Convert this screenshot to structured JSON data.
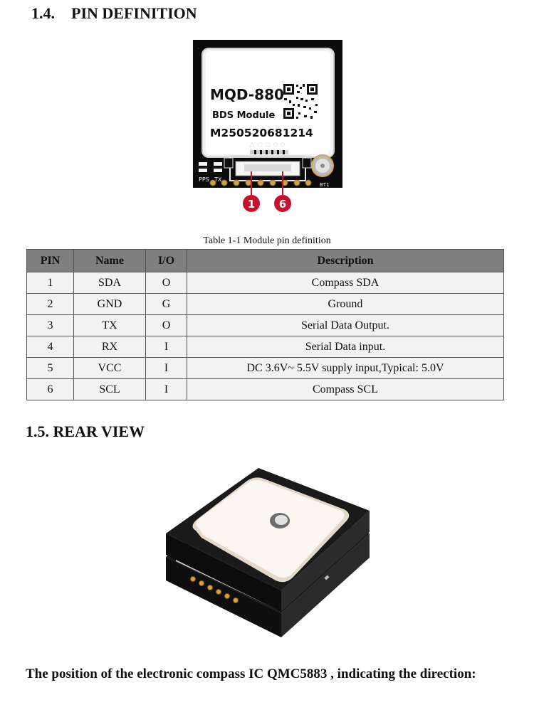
{
  "section_pin": {
    "number": "1.4.",
    "title": "PIN DEFINITION"
  },
  "module": {
    "name": "MQD-880",
    "type": "BDS Module",
    "serial": "M250520681214",
    "silk_pps": "PPS",
    "silk_tx": "TX",
    "silk_bt": "BT1",
    "callout_left": "1",
    "callout_right": "6"
  },
  "table": {
    "caption": "Table 1-1 Module pin definition",
    "headers": [
      "PIN",
      "Name",
      "I/O",
      "Description"
    ],
    "rows": [
      [
        "1",
        "SDA",
        "O",
        "Compass SDA"
      ],
      [
        "2",
        "GND",
        "G",
        "Ground"
      ],
      [
        "3",
        "TX",
        "O",
        "Serial Data Output."
      ],
      [
        "4",
        "RX",
        "I",
        "Serial Data input."
      ],
      [
        "5",
        "VCC",
        "I",
        "DC 3.6V~ 5.5V supply input,Typical: 5.0V"
      ],
      [
        "6",
        "SCL",
        "I",
        "Compass SCL"
      ]
    ]
  },
  "section_rear": {
    "number": "1.5.",
    "title": "REAR VIEW"
  },
  "paragraph": "The position of the electronic compass IC QMC5883 , indicating the direction:"
}
